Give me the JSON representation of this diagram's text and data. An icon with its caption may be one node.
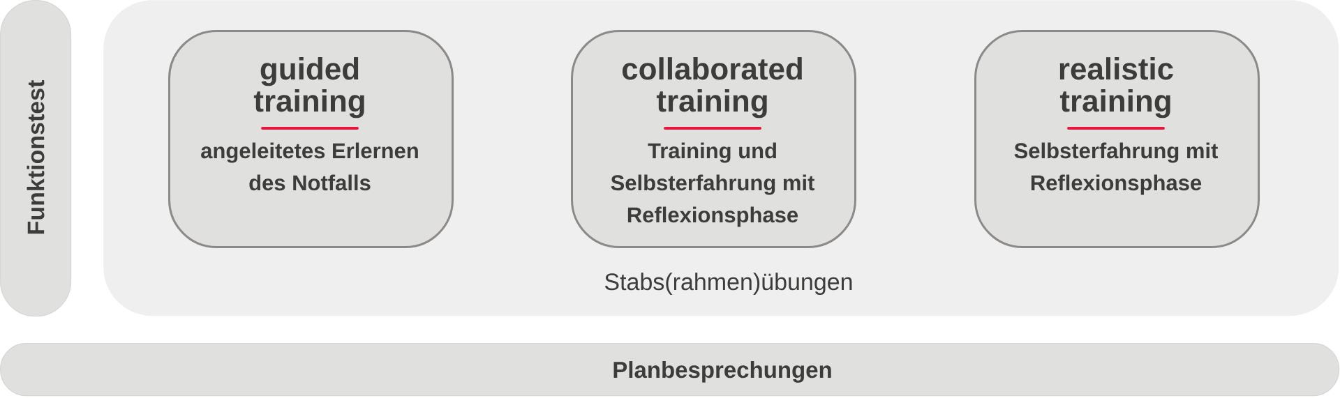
{
  "diagram": {
    "nodes": [
      {
        "text": [
          "Funktionstest"
        ]
      },
      {
        "text": [
          "Stabs(rahmen)übungen"
        ]
      },
      {
        "text": [
          "guided training",
          "angeleitetes Erlernen des Notfalls"
        ],
        "in": 1
      },
      {
        "text": [
          "collaborated training",
          "Training und Selbsterfahrung mit Reflexionsphase"
        ],
        "in": 1
      },
      {
        "text": [
          "realistic training",
          "Selbsterfahrung mit Reflexionsphase"
        ],
        "in": 1
      },
      {
        "text": [
          "Planbesprechungen"
        ]
      }
    ]
  }
}
